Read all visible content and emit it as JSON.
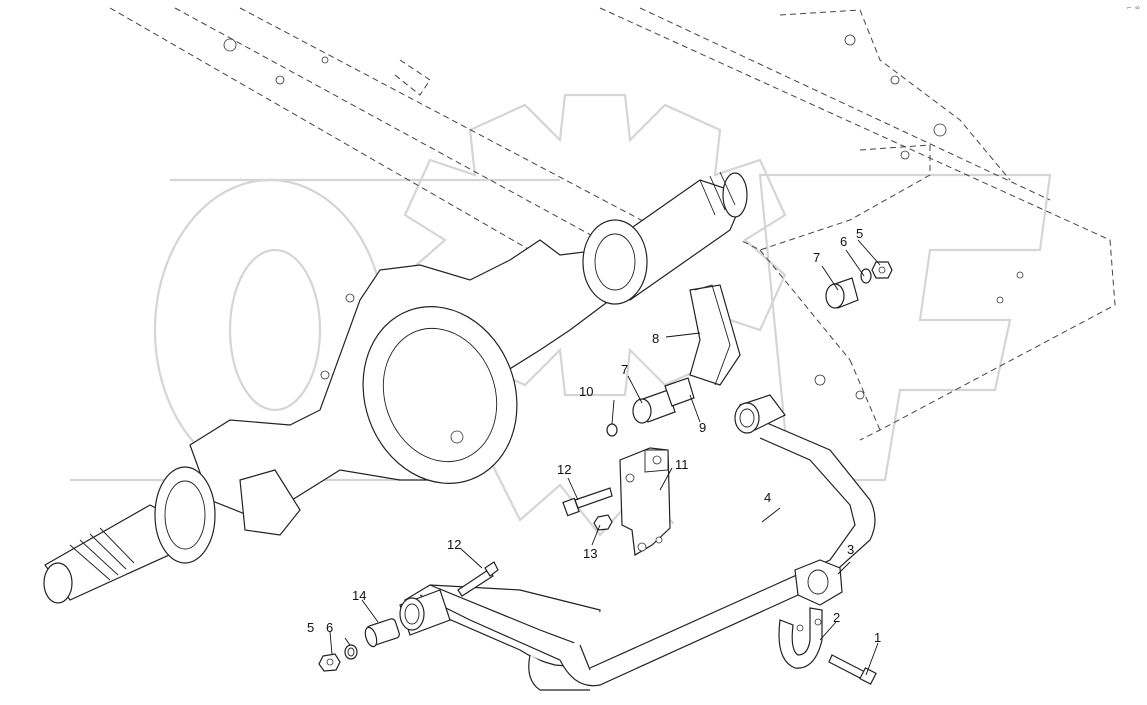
{
  "diagram": {
    "corner_mark": "⌐ ∞",
    "callouts": [
      {
        "id": "c1",
        "label": "1"
      },
      {
        "id": "c2",
        "label": "2"
      },
      {
        "id": "c3",
        "label": "3"
      },
      {
        "id": "c4",
        "label": "4"
      },
      {
        "id": "c5a",
        "label": "5"
      },
      {
        "id": "c5b",
        "label": "5"
      },
      {
        "id": "c6a",
        "label": "6"
      },
      {
        "id": "c6b",
        "label": "6"
      },
      {
        "id": "c7a",
        "label": "7"
      },
      {
        "id": "c7b",
        "label": "7"
      },
      {
        "id": "c8",
        "label": "8"
      },
      {
        "id": "c9",
        "label": "9"
      },
      {
        "id": "c10",
        "label": "10"
      },
      {
        "id": "c11",
        "label": "11"
      },
      {
        "id": "c12a",
        "label": "12"
      },
      {
        "id": "c12b",
        "label": "12"
      },
      {
        "id": "c13",
        "label": "13"
      },
      {
        "id": "c14",
        "label": "14"
      }
    ]
  }
}
